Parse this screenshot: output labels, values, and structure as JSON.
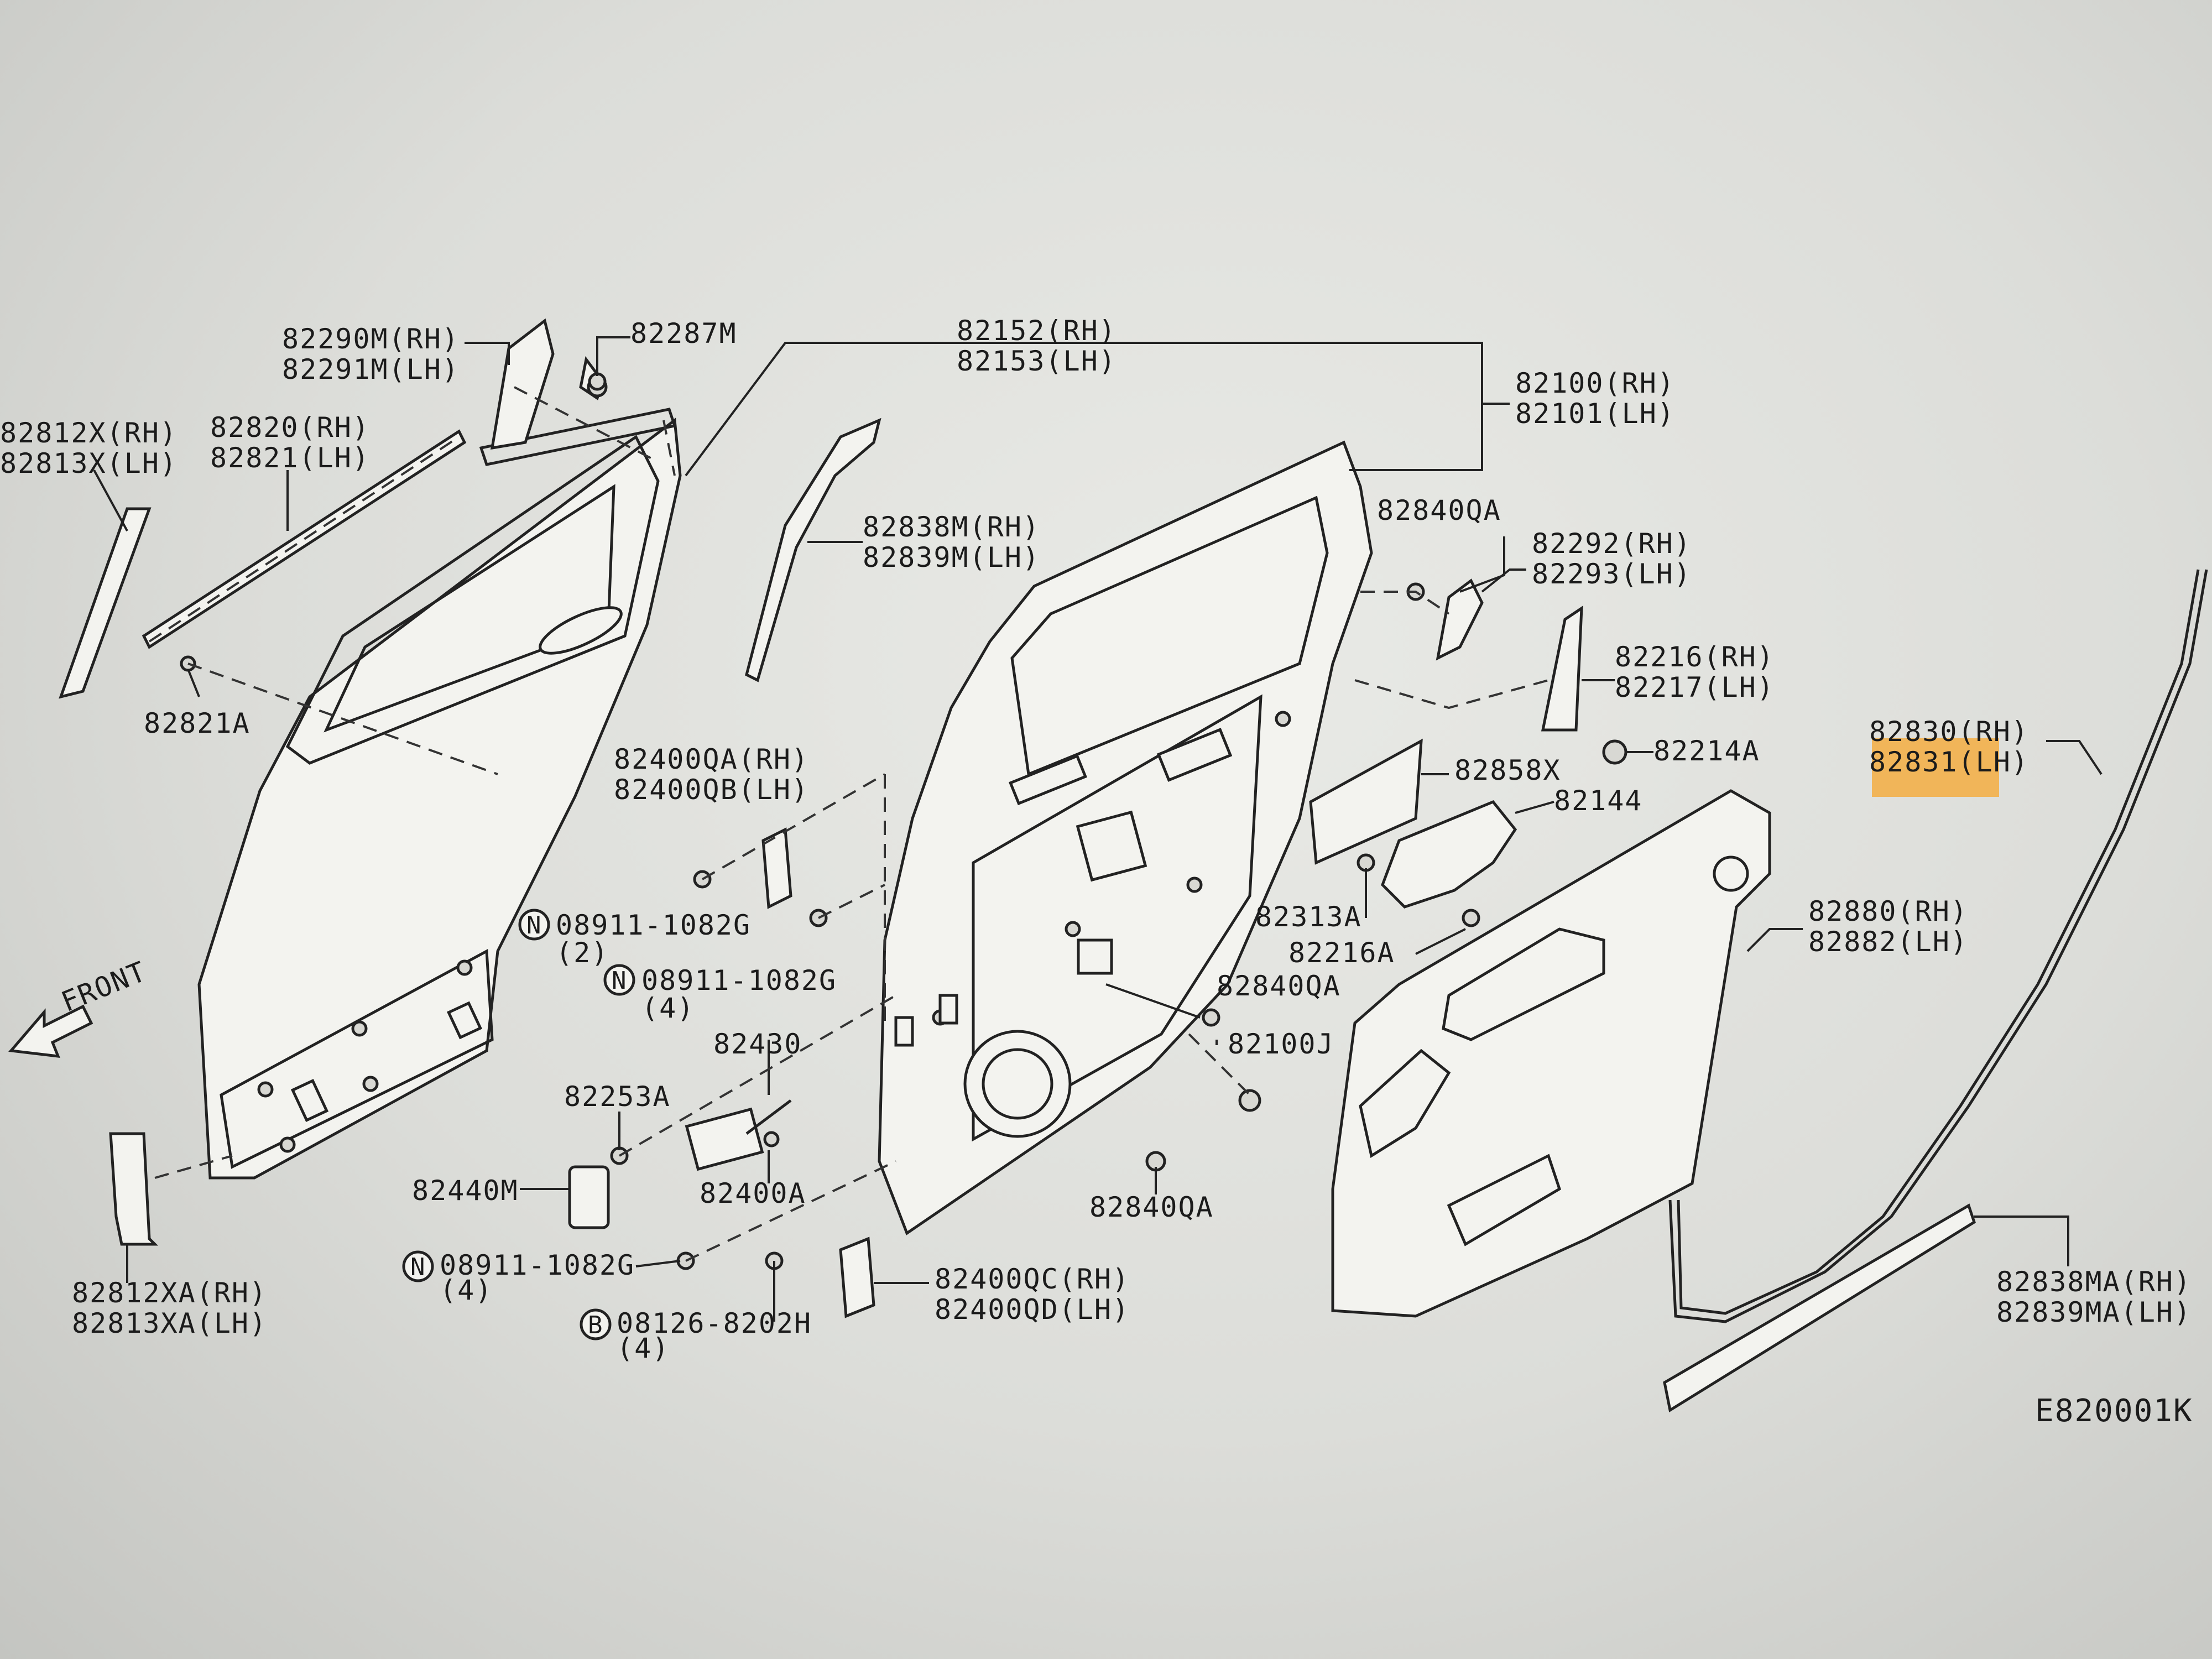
{
  "colors": {
    "highlight": "#f3b04a",
    "ink": "#1b1b1b",
    "paper": "#e6e7e3"
  },
  "labels": {
    "p82290M": "82290M(RH)",
    "p82291M": "82291M(LH)",
    "p82287M": "82287M",
    "p82152": "82152(RH)",
    "p82153": "82153(LH)",
    "p82100": "82100(RH)",
    "p82101": "82101(LH)",
    "p82812X": "82812X(RH)",
    "p82813X": "82813X(LH)",
    "p82820": "82820(RH)",
    "p82821": "82821(LH)",
    "p82838M": "82838M(RH)",
    "p82839M": "82839M(LH)",
    "p82840QA_top": "82840QA",
    "p82292": "82292(RH)",
    "p82293": "82293(LH)",
    "p82216": "82216(RH)",
    "p82217": "82217(LH)",
    "p82214A": "82214A",
    "p82821A": "82821A",
    "p82400QA": "82400QA(RH)",
    "p82400QB": "82400QB(LH)",
    "p82858X": "82858X",
    "p82144": "82144",
    "p82830": "82830(RH)",
    "p82831": "82831(LH)",
    "p82313A": "82313A",
    "p82216A": "82216A",
    "p82880": "82880(RH)",
    "p82882": "82882(LH)",
    "n08911_a": "08911-1082G",
    "n08911_a_qty": "(2)",
    "n08911_b": "08911-1082G",
    "n08911_b_qty": "(4)",
    "p82840QA_mid": "82840QA",
    "front": "FRONT",
    "p82430": "82430",
    "p82100J": "82100J",
    "p82253A": "82253A",
    "p82440M": "82440M",
    "p82400A": "82400A",
    "p82840QA_bot": "82840QA",
    "n08911_c": "08911-1082G",
    "n08911_c_qty": "(4)",
    "p82400QC": "82400QC(RH)",
    "p82400QD": "82400QD(LH)",
    "p82838MA": "82838MA(RH)",
    "p82839MA": "82839MA(LH)",
    "p82812XA": "82812XA(RH)",
    "p82813XA": "82813XA(LH)",
    "b08126": "08126-8202H",
    "b08126_qty": "(4)",
    "diagram_code": "E820001K",
    "badge_n": "N",
    "badge_b": "B"
  }
}
